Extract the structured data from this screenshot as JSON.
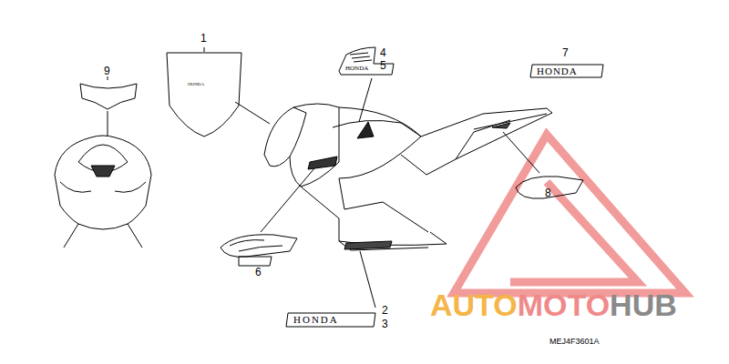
{
  "diagram": {
    "labels": [
      "1",
      "2",
      "3",
      "4",
      "5",
      "6",
      "7",
      "8",
      "9",
      "HONDA",
      "HONDA",
      "HONDA",
      "HONDA",
      "MEJ4F3601A",
      "AUTO",
      "MOTO",
      "HUB"
    ]
  }
}
